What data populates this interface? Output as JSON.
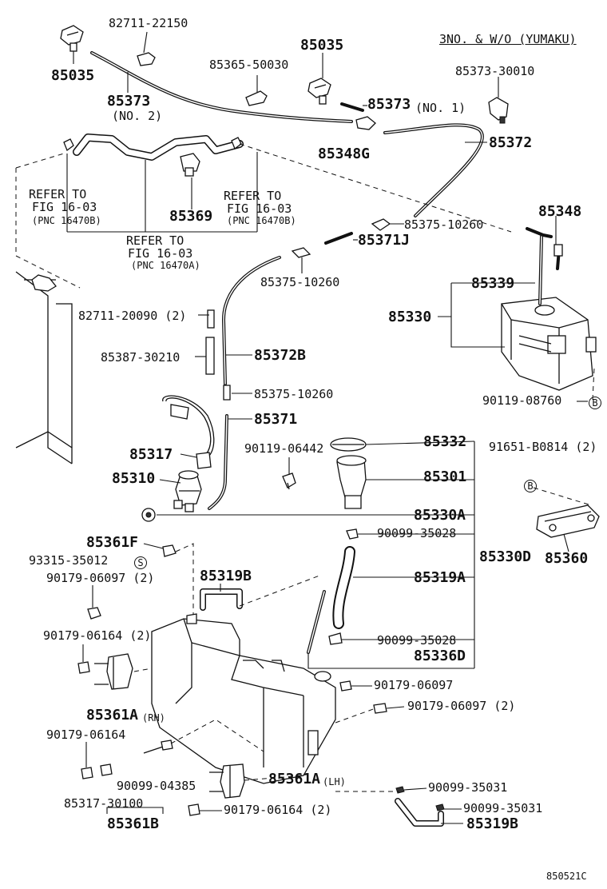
{
  "note": "3NO. & W/O (YUMAKU)",
  "drawing_code": "850521C",
  "labels": [
    "82711-22150",
    "85035",
    "85035",
    "85373",
    "(NO. 2)",
    "85365-50030",
    "85373",
    "(NO. 1)",
    "85348G",
    "85373-30010",
    "85372",
    "REFER TO",
    "FIG 16-03",
    "(PNC 16470B)",
    "85369",
    "REFER TO",
    "FIG 16-03",
    "(PNC 16470B)",
    "REFER TO",
    "FIG 16-03",
    "(PNC 16470A)",
    "85375-10260",
    "85348",
    "85371J",
    "85375-10260",
    "85339",
    "85330",
    "82711-20090 (2)",
    "85387-30210",
    "85372B",
    "90119-08760",
    "85375-10260",
    "85371",
    "85317",
    "85310",
    "90119-06442",
    "85332",
    "91651-B0814 (2)",
    "85301",
    "85330A",
    "85361F",
    "90099-35028",
    "93315-35012",
    "85330D",
    "85360",
    "90179-06097 (2)",
    "85319B",
    "85319A",
    "90179-06164 (2)",
    "90099-35028",
    "85336D",
    "90179-06097",
    "85361A",
    "(RH)",
    "90179-06097 (2)",
    "90179-06164",
    "90099-04385",
    "85361A",
    "(LH)",
    "85317-30100",
    "90099-35031",
    "90099-35031",
    "85319B",
    "90179-06164 (2)",
    "85361B"
  ],
  "markers": [
    "B",
    "B",
    "S"
  ]
}
